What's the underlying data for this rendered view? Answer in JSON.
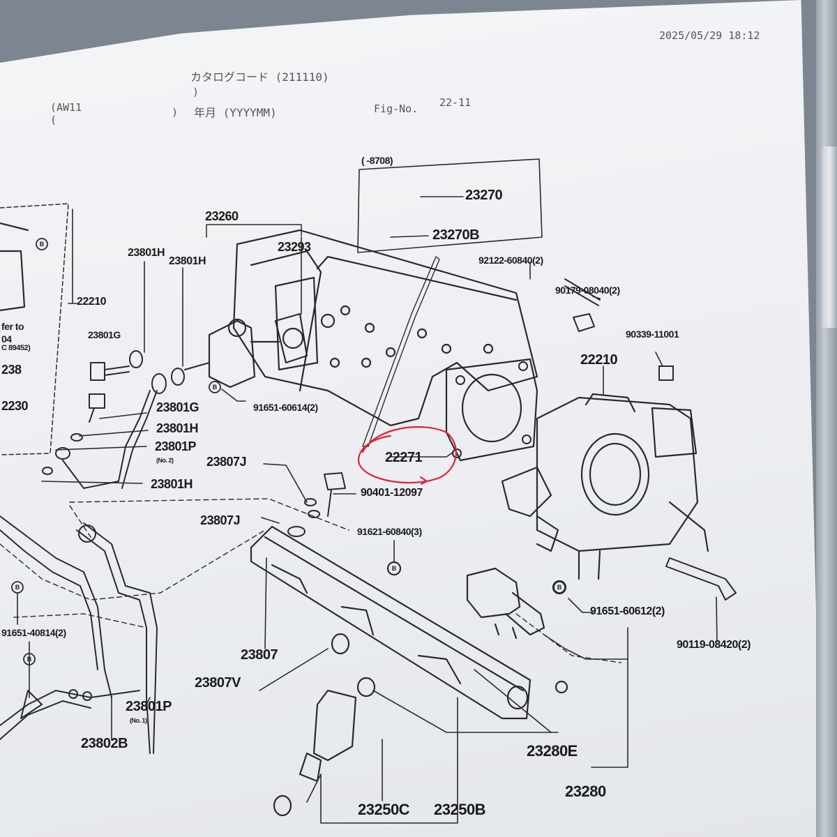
{
  "header": {
    "timestamp": "2025/05/29 18:12",
    "catalog_label": "カタログコード (211110)",
    "catalog_paren": ")",
    "model_open": "(AW11",
    "model_paren2": "(",
    "model_close": ")",
    "date_label": "年月 (YYYYMM)",
    "fig_label": "Fig-No.",
    "fig_value": "22-11"
  },
  "inset": {
    "period": "( -8708)",
    "parts": [
      "23270",
      "23270B"
    ]
  },
  "callouts": {
    "p23260": "23260",
    "p23293": "23293",
    "p23801H_a": "23801H",
    "p23801H_b": "23801H",
    "p22210_left": "22210",
    "refer": "fer to",
    "refer2": "04",
    "refer3": "C 89452)",
    "p238": "238",
    "p2230": "2230",
    "p23801G_a": "23801G",
    "p23801G_b": "23801G",
    "p23801H_c": "23801H",
    "p23801P_no2": "23801P",
    "no2": "(No. 2)",
    "p23801H_d": "23801H",
    "p91651_60614": "91651-60614(2)",
    "p23807J_a": "23807J",
    "p23807J_b": "23807J",
    "p90401": "90401-12097",
    "p22271": "22271",
    "p92122": "92122-60840(2)",
    "p90179": "90179-08040(2)",
    "p90339": "90339-11001",
    "p22210_right": "22210",
    "p91621": "91621-60840(3)",
    "p91651_60612": "91651-60612(2)",
    "p90119": "90119-08420(2)",
    "p91651_40814": "91651-40814(2)",
    "p23807": "23807",
    "p23807V": "23807V",
    "p23801P_no1": "23801P",
    "no1": "(No. 1)",
    "p23802B": "23802B",
    "p23280E": "23280E",
    "p23280": "23280",
    "p23250C": "23250C",
    "p23250B": "23250B"
  },
  "colors": {
    "ink": "#1a1a1a",
    "header_ink": "#555555",
    "highlight": "#e0223a",
    "paper": "#eef0f3"
  }
}
